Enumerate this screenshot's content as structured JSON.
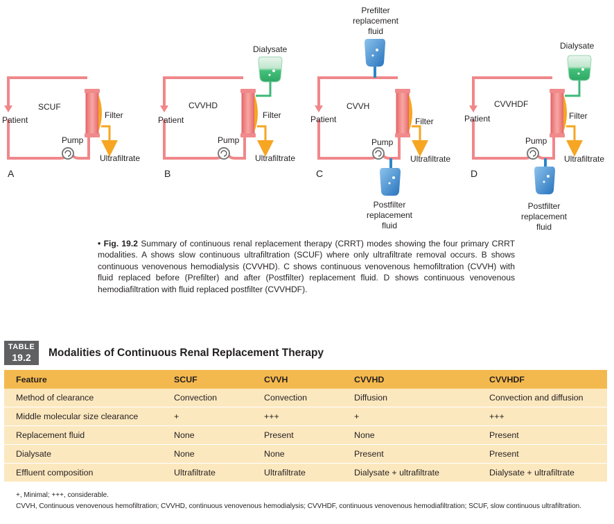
{
  "figure": {
    "panels": [
      {
        "letter": "A",
        "mode": "SCUF",
        "patient": "Patient",
        "filter": "Filter",
        "pump": "Pump",
        "ultrafiltrate": "Ultrafiltrate"
      },
      {
        "letter": "B",
        "mode": "CVVHD",
        "patient": "Patient",
        "filter": "Filter",
        "pump": "Pump",
        "ultrafiltrate": "Ultrafiltrate",
        "dialysate": "Dialysate"
      },
      {
        "letter": "C",
        "mode": "CVVH",
        "patient": "Patient",
        "filter": "Filter",
        "pump": "Pump",
        "ultrafiltrate": "Ultrafiltrate",
        "prefilter": [
          "Prefilter",
          "replacement",
          "fluid"
        ],
        "postfilter": [
          "Postfilter",
          "replacement",
          "fluid"
        ]
      },
      {
        "letter": "D",
        "mode": "CVVHDF",
        "patient": "Patient",
        "filter": "Filter",
        "pump": "Pump",
        "ultrafiltrate": "Ultrafiltrate",
        "dialysate": "Dialysate",
        "postfilter": [
          "Postfilter",
          "replacement",
          "fluid"
        ]
      }
    ],
    "colors": {
      "tubing": "#f0878a",
      "filter": "#f39c96",
      "filter_core": "#f6a623",
      "arrow": "#f6a623",
      "dialysate_bag": "#3cbf79",
      "replacement_bag": "#2f8fd0",
      "link_green": "#3cb878",
      "link_blue": "#2b86c9"
    }
  },
  "caption": {
    "fig_label": "• Fig. 19.2",
    "text": "Summary of continuous renal replacement therapy (CRRT) modes showing the four primary CRRT modalities. A shows slow continuous ultrafiltration (SCUF) where only ultrafiltrate removal occurs. B shows continuous venovenous hemodialysis (CVVHD). C shows continuous venovenous hemofiltration (CVVH) with fluid replaced before (Prefilter) and after (Postfilter) replacement fluid. D shows continuous venovenous hemodiafiltration with fluid replaced postfilter (CVVHDF)."
  },
  "table": {
    "badge_line1": "TABLE",
    "badge_line2": "19.2",
    "title": "Modalities of Continuous Renal Replacement Therapy",
    "headers": [
      "Feature",
      "SCUF",
      "CVVH",
      "CVVHD",
      "CVVHDF"
    ],
    "rows": [
      [
        "Method of clearance",
        "Convection",
        "Convection",
        "Diffusion",
        "Convection and diffusion"
      ],
      [
        "Middle molecular size clearance",
        "+",
        "+++",
        "+",
        "+++"
      ],
      [
        "Replacement fluid",
        "None",
        "Present",
        "None",
        "Present"
      ],
      [
        "Dialysate",
        "None",
        "None",
        "Present",
        "Present"
      ],
      [
        "Effluent composition",
        "Ultrafiltrate",
        "Ultrafiltrate",
        "Dialysate + ultrafiltrate",
        "Dialysate + ultrafiltrate"
      ]
    ],
    "footnote1": "+, Minimal; +++, considerable.",
    "footnote2": "CVVH, Continuous venovenous hemofiltration; CVVHD, continuous venovenous hemodialysis; CVVHDF, continuous venovenous hemodiafiltration; SCUF, slow continuous ultrafiltration."
  }
}
